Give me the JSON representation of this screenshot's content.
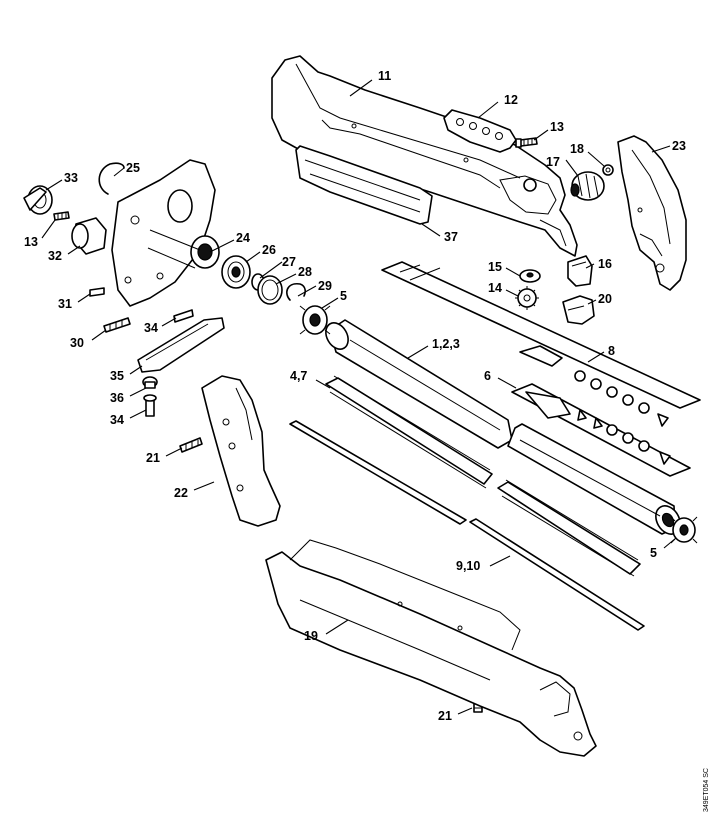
{
  "callouts": [
    {
      "id": "c11",
      "text": "11"
    },
    {
      "id": "c12",
      "text": "12"
    },
    {
      "id": "c13a",
      "text": "13"
    },
    {
      "id": "c23",
      "text": "23"
    },
    {
      "id": "c18",
      "text": "18"
    },
    {
      "id": "c17",
      "text": "17"
    },
    {
      "id": "c37",
      "text": "37"
    },
    {
      "id": "c33",
      "text": "33"
    },
    {
      "id": "c25",
      "text": "25"
    },
    {
      "id": "c13b",
      "text": "13"
    },
    {
      "id": "c32",
      "text": "32"
    },
    {
      "id": "c24",
      "text": "24"
    },
    {
      "id": "c26",
      "text": "26"
    },
    {
      "id": "c27",
      "text": "27"
    },
    {
      "id": "c28",
      "text": "28"
    },
    {
      "id": "c29",
      "text": "29"
    },
    {
      "id": "c5a",
      "text": "5"
    },
    {
      "id": "c15",
      "text": "15"
    },
    {
      "id": "c16",
      "text": "16"
    },
    {
      "id": "c14",
      "text": "14"
    },
    {
      "id": "c20",
      "text": "20"
    },
    {
      "id": "c31",
      "text": "31"
    },
    {
      "id": "c30",
      "text": "30"
    },
    {
      "id": "c34a",
      "text": "34"
    },
    {
      "id": "c123",
      "text": "1,2,3"
    },
    {
      "id": "c8",
      "text": "8"
    },
    {
      "id": "c35",
      "text": "35"
    },
    {
      "id": "c47",
      "text": "4,7"
    },
    {
      "id": "c6",
      "text": "6"
    },
    {
      "id": "c36",
      "text": "36"
    },
    {
      "id": "c34b",
      "text": "34"
    },
    {
      "id": "c21a",
      "text": "21"
    },
    {
      "id": "c22",
      "text": "22"
    },
    {
      "id": "c5b",
      "text": "5"
    },
    {
      "id": "c910",
      "text": "9,10"
    },
    {
      "id": "c19",
      "text": "19"
    },
    {
      "id": "c21b",
      "text": "21"
    }
  ],
  "drawing_code": "349ET054 SC"
}
